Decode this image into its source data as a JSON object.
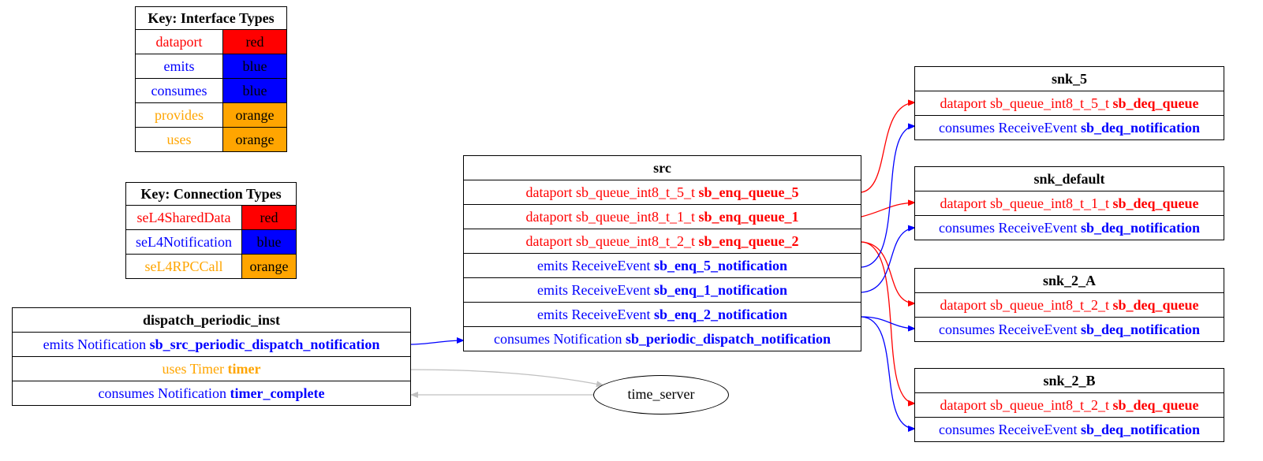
{
  "interface_key": {
    "title": "Key: Interface Types",
    "rows": [
      {
        "name": "dataport",
        "color_name": "red",
        "color": "#ff0000"
      },
      {
        "name": "emits",
        "color_name": "blue",
        "color": "#0000ff"
      },
      {
        "name": "consumes",
        "color_name": "blue",
        "color": "#0000ff"
      },
      {
        "name": "provides",
        "color_name": "orange",
        "color": "#ffa500"
      },
      {
        "name": "uses",
        "color_name": "orange",
        "color": "#ffa500"
      }
    ]
  },
  "connection_key": {
    "title": "Key: Connection Types",
    "rows": [
      {
        "name": "seL4SharedData",
        "color_name": "red",
        "color": "#ff0000"
      },
      {
        "name": "seL4Notification",
        "color_name": "blue",
        "color": "#0000ff"
      },
      {
        "name": "seL4RPCCall",
        "color_name": "orange",
        "color": "#ffa500"
      }
    ]
  },
  "dispatch": {
    "title": "dispatch_periodic_inst",
    "rows": [
      {
        "pre": "emits Notification ",
        "name": "sb_src_periodic_dispatch_notification"
      },
      {
        "pre": "uses Timer ",
        "name": "timer"
      },
      {
        "pre": "consumes Notification ",
        "name": "timer_complete"
      }
    ]
  },
  "src": {
    "title": "src",
    "rows": [
      {
        "pre": "dataport sb_queue_int8_t_5_t ",
        "name": "sb_enq_queue_5"
      },
      {
        "pre": "dataport sb_queue_int8_t_1_t ",
        "name": "sb_enq_queue_1"
      },
      {
        "pre": "dataport sb_queue_int8_t_2_t ",
        "name": "sb_enq_queue_2"
      },
      {
        "pre": "emits ReceiveEvent ",
        "name": "sb_enq_5_notification"
      },
      {
        "pre": "emits ReceiveEvent ",
        "name": "sb_enq_1_notification"
      },
      {
        "pre": "emits ReceiveEvent ",
        "name": "sb_enq_2_notification"
      },
      {
        "pre": "consumes Notification ",
        "name": "sb_periodic_dispatch_notification"
      }
    ]
  },
  "time_server": {
    "label": "time_server"
  },
  "snk_5": {
    "title": "snk_5",
    "rows": [
      {
        "pre": "dataport sb_queue_int8_t_5_t ",
        "name": "sb_deq_queue"
      },
      {
        "pre": "consumes ReceiveEvent ",
        "name": "sb_deq_notification"
      }
    ]
  },
  "snk_default": {
    "title": "snk_default",
    "rows": [
      {
        "pre": "dataport sb_queue_int8_t_1_t ",
        "name": "sb_deq_queue"
      },
      {
        "pre": "consumes ReceiveEvent ",
        "name": "sb_deq_notification"
      }
    ]
  },
  "snk_2_A": {
    "title": "snk_2_A",
    "rows": [
      {
        "pre": "dataport sb_queue_int8_t_2_t ",
        "name": "sb_deq_queue"
      },
      {
        "pre": "consumes ReceiveEvent ",
        "name": "sb_deq_notification"
      }
    ]
  },
  "snk_2_B": {
    "title": "snk_2_B",
    "rows": [
      {
        "pre": "dataport sb_queue_int8_t_2_t ",
        "name": "sb_deq_queue"
      },
      {
        "pre": "consumes ReceiveEvent ",
        "name": "sb_deq_notification"
      }
    ]
  },
  "colors": {
    "red": "#ff0000",
    "blue": "#0000ff",
    "orange": "#ffa500",
    "gray": "#c0c0c0"
  }
}
